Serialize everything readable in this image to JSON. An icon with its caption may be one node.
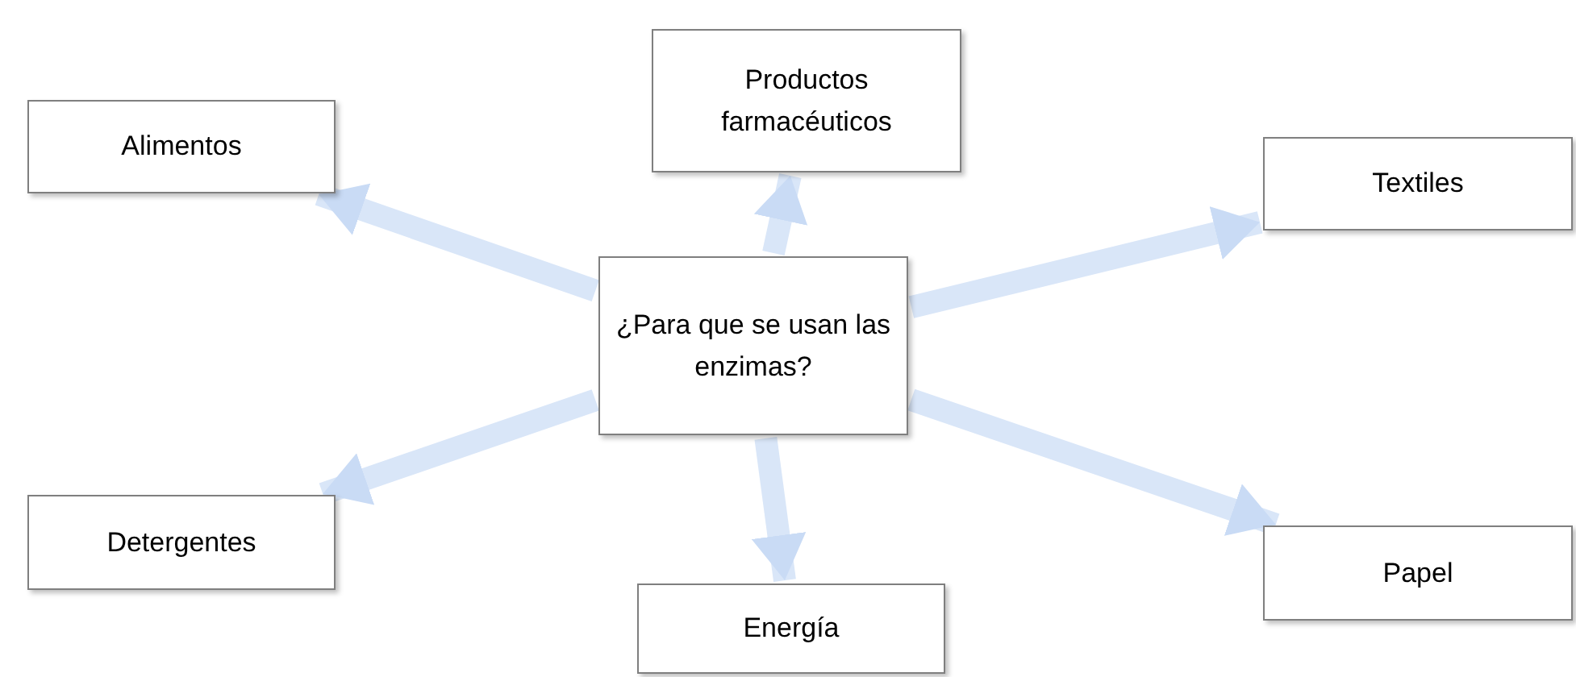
{
  "diagram": {
    "nodes": [
      {
        "text": [
          "¿Para que se usan las enzimas?"
        ]
      },
      {
        "text": [
          "Alimentos"
        ]
      },
      {
        "text": [
          "Productos farmacéuticos"
        ]
      },
      {
        "text": [
          "Textiles"
        ]
      },
      {
        "text": [
          "Detergentes"
        ]
      },
      {
        "text": [
          "Energía"
        ]
      },
      {
        "text": [
          "Papel"
        ]
      }
    ],
    "edges": [
      {
        "from": 0,
        "to": 1,
        "arrow": "to"
      },
      {
        "from": 0,
        "to": 2,
        "arrow": "to"
      },
      {
        "from": 0,
        "to": 3,
        "arrow": "to"
      },
      {
        "from": 0,
        "to": 4,
        "arrow": "to"
      },
      {
        "from": 0,
        "to": 5,
        "arrow": "to"
      },
      {
        "from": 0,
        "to": 6,
        "arrow": "to"
      }
    ]
  }
}
